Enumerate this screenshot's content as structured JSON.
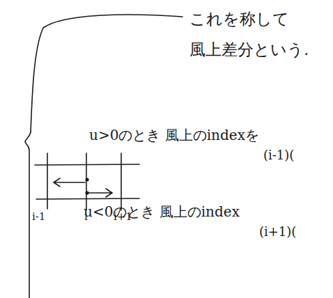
{
  "diagram": {
    "labels": [
      "これを称して 風上差分という.",
      "u>0のとき 風上のindexを",
      "(i-1)(",
      "i-1",
      "i",
      "i+1",
      "u<0のとき 風上のindex",
      "(i+1)("
    ]
  }
}
